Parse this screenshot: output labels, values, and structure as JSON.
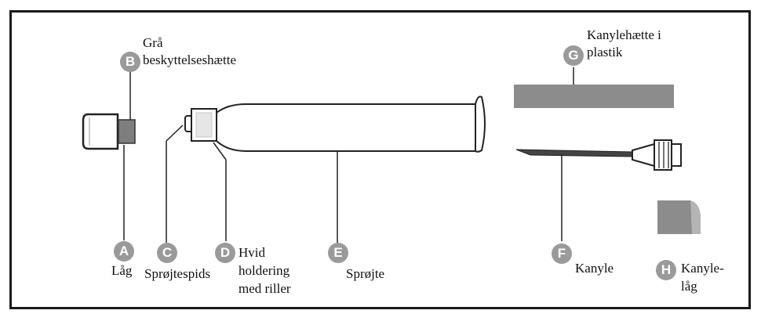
{
  "parts": {
    "A": {
      "letter": "A",
      "label": "Låg"
    },
    "B": {
      "letter": "B",
      "label_line1": "Grå",
      "label_line2": "beskyttelseshætte"
    },
    "C": {
      "letter": "C",
      "label": "Sprøjtespids"
    },
    "D": {
      "letter": "D",
      "label_line1": "Hvid",
      "label_line2": "holdering",
      "label_line3": "med riller"
    },
    "E": {
      "letter": "E",
      "label": "Sprøjte"
    },
    "F": {
      "letter": "F",
      "label": "Kanyle"
    },
    "G": {
      "letter": "G",
      "label_line1": "Kanylehætte i",
      "label_line2": "plastik"
    },
    "H": {
      "letter": "H",
      "label_line1": "Kanyle-",
      "label_line2": "låg"
    }
  },
  "colors": {
    "badge": "#9a9a9a",
    "gray_part": "#8c8c8c",
    "outline": "#222222"
  }
}
